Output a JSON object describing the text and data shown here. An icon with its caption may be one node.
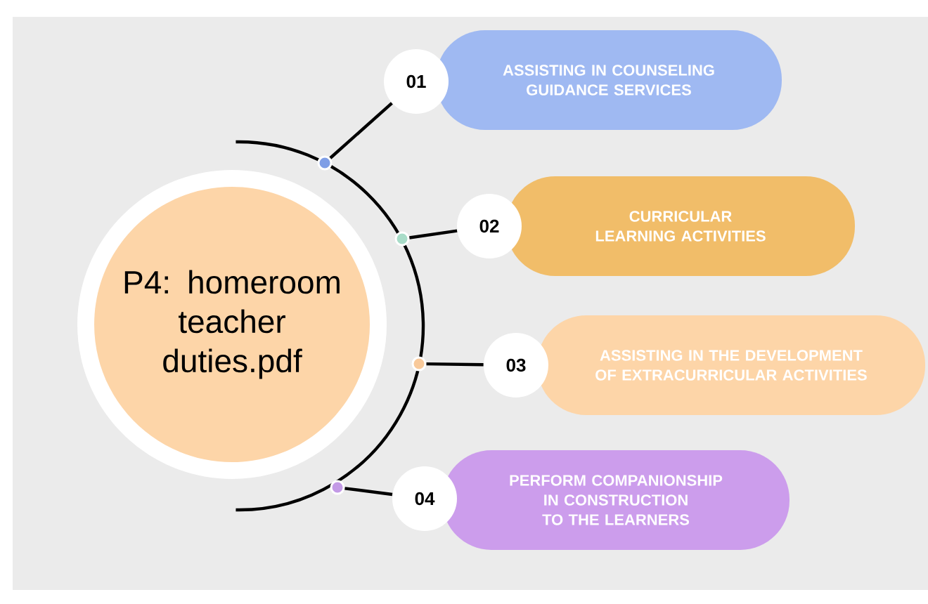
{
  "diagram": {
    "nodes": [
      {
        "text": [
          "P4: homeroom teacher duties.pdf"
        ]
      },
      {
        "text": [],
        "shape": "circle"
      },
      {
        "text": [
          "01"
        ]
      },
      {
        "text": [
          "ASSISTING IN COUNSELING GUIDANCE SERVICES"
        ]
      },
      {
        "text": [],
        "shape": "circle"
      },
      {
        "text": [
          "02"
        ]
      },
      {
        "text": [
          "CURRICULAR LEARNING ACTIVITIES"
        ]
      },
      {
        "text": [],
        "shape": "circle"
      },
      {
        "text": [
          "03"
        ]
      },
      {
        "text": [
          "ASSISTING IN THE DEVELOPMENT OF EXTRACURRICULAR ACTIVITIES"
        ]
      },
      {
        "text": [],
        "shape": "circle"
      },
      {
        "text": [
          "04"
        ]
      },
      {
        "text": [
          "PERFORM COMPANIONSHIP IN CONSTRUCTION TO THE LEARNERS"
        ]
      }
    ],
    "edges": [
      {
        "from": 1,
        "to": 2,
        "arrow": "none"
      },
      {
        "from": 4,
        "to": 5,
        "arrow": "none"
      },
      {
        "from": 7,
        "to": 8,
        "arrow": "none"
      },
      {
        "from": 10,
        "to": 11,
        "arrow": "none"
      }
    ]
  }
}
